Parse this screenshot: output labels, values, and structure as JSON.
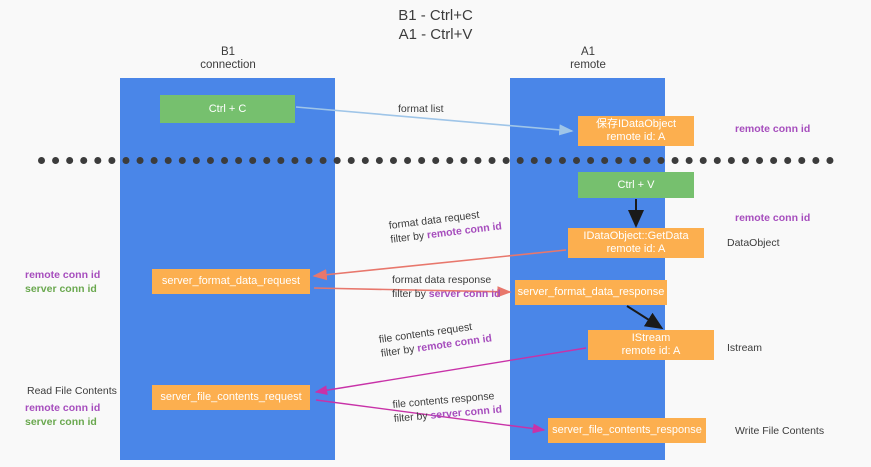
{
  "diagram": {
    "title": "B1 - Ctrl+C\nA1 - Ctrl+V",
    "columns": [
      {
        "name": "b1",
        "header": "B1\nconnection"
      },
      {
        "name": "a1",
        "header": "A1\nremote"
      }
    ],
    "nodes": {
      "ctrl_c": "Ctrl + C",
      "save_idataobject": "保存IDataObject\nremote id: A",
      "ctrl_v": "Ctrl + V",
      "getdata": "IDataObject::GetData\nremote id: A",
      "server_format_data_request": "server_format_data_request",
      "server_format_data_response": "server_format_data_response",
      "istream": "IStream\nremote id: A",
      "server_file_contents_request": "server_file_contents_request",
      "server_file_contents_response": "server_file_contents_response"
    },
    "edge_labels": {
      "format_list": "format list",
      "format_data_request": "format data request",
      "format_data_request_filter_prefix": "filter by ",
      "format_data_request_filter_key": "remote conn id",
      "format_data_response": "format data response",
      "format_data_response_filter_prefix": "filter by ",
      "format_data_response_filter_key": "server conn id",
      "file_contents_request": "file contents request",
      "file_contents_request_filter_prefix": "filter by ",
      "file_contents_request_filter_key": "remote conn id",
      "file_contents_response": "file contents response",
      "file_contents_response_filter_prefix": "filter by ",
      "file_contents_response_filter_key": "server conn id"
    },
    "annotations": {
      "remote_conn_id_top": "remote conn id",
      "remote_conn_id_mid": "remote conn id",
      "dataobject": "DataObject",
      "istream_label": "Istream",
      "write_file_contents": "Write File Contents",
      "read_file_contents": "Read File Contents",
      "left_remote_conn_id_1": "remote conn id",
      "left_server_conn_id_1": "server conn id",
      "left_remote_conn_id_2": "remote conn id",
      "left_server_conn_id_2": "server conn id"
    },
    "colors": {
      "lane": "#4a86e8",
      "node_green": "#76c06e",
      "node_orange": "#fcaf4f",
      "accent_purple": "#a64dbd",
      "accent_green": "#6aa84f",
      "arrow_blue": "#9fc5e8",
      "arrow_red": "#e8776c",
      "arrow_magenta": "#c832a8",
      "arrow_black": "#1a1a1a",
      "background": "#f9f9f9"
    }
  }
}
